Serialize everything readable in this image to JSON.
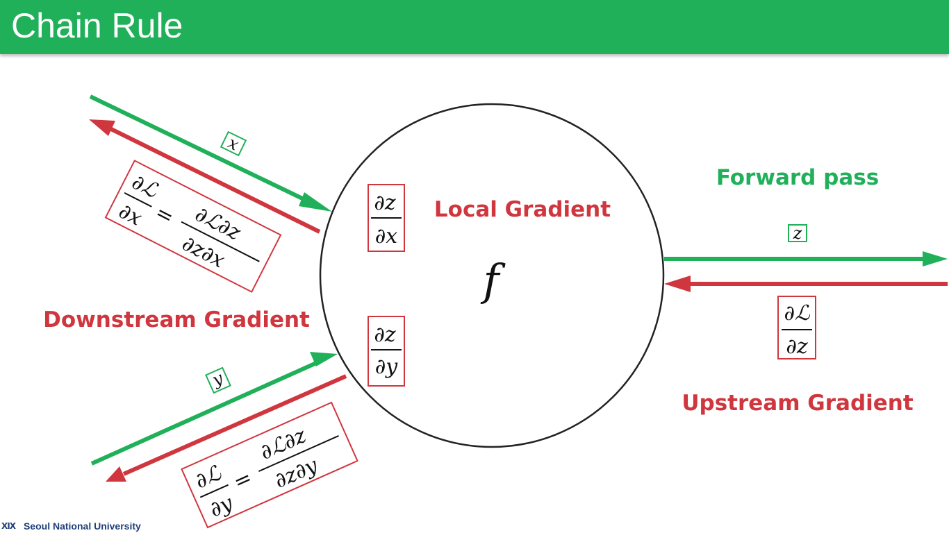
{
  "slide": {
    "title": "Chain Rule"
  },
  "labels": {
    "local_gradient": "Local Gradient",
    "forward_pass": "Forward pass",
    "downstream_gradient": "Downstream Gradient",
    "upstream_gradient": "Upstream Gradient"
  },
  "node": {
    "function": "f"
  },
  "variables": {
    "x": "x",
    "y": "y",
    "z": "z"
  },
  "symbols": {
    "partial": "∂",
    "loss": "ℒ",
    "equals": "="
  },
  "colors": {
    "forward": "#20b05a",
    "backward": "#d0363e",
    "header": "#20b05a"
  },
  "footer": {
    "institution": "Seoul National University",
    "mark": "ⅩⅠⅩ"
  }
}
